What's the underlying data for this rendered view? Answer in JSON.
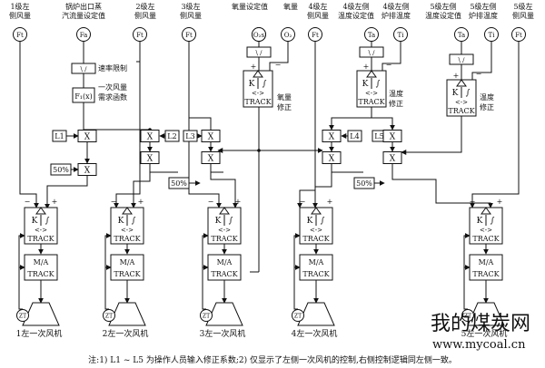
{
  "columns": [
    {
      "top": [
        "1级左",
        "侧风量"
      ],
      "tx": "Ft"
    },
    {
      "top": [
        "锅炉出口蒸",
        "汽流量设定值"
      ],
      "tx": "Fa"
    },
    {
      "top": [
        "2级左",
        "侧风量"
      ],
      "tx": "Ft"
    },
    {
      "top": [
        "3级左",
        "侧风量"
      ],
      "tx": "Ft"
    },
    {
      "top": [
        "氧量设定值"
      ],
      "tx": "O₂s"
    },
    {
      "top": [
        "氧量"
      ],
      "tx": "O₂"
    },
    {
      "top": [
        "4级左",
        "侧风量"
      ],
      "tx": "Ft"
    },
    {
      "top": [
        "4级左侧",
        "温度设定值"
      ],
      "tx": "Ta"
    },
    {
      "top": [
        "4级左侧",
        "炉排温度"
      ],
      "tx": "Ti"
    },
    {
      "top": [
        "5级左侧",
        "温度设定值"
      ],
      "tx": "Ta"
    },
    {
      "top": [
        "5级左侧",
        "炉排温度"
      ],
      "tx": "Ti"
    },
    {
      "top": [
        "5级左",
        "侧风量"
      ],
      "tx": "Ft"
    }
  ],
  "rate_limit_label": "速率限制",
  "func_label": [
    "一次风量",
    "需求函数"
  ],
  "func_text": "F₁(x)",
  "o2_label": [
    "氧量",
    "修正"
  ],
  "temp_label": [
    "温度",
    "修正"
  ],
  "multiply": "X",
  "coef": [
    "L1",
    "L2",
    "L3",
    "L4",
    "L5"
  ],
  "pct": "50%",
  "pid": {
    "k": "K",
    "i": "∫",
    "track": "TRACK",
    "arrow": "<‑>"
  },
  "ma": {
    "label": "M/A",
    "track": "TRACK"
  },
  "zt": "ZT",
  "fans": [
    "1左一次风机",
    "2左一次风机",
    "3左一次风机",
    "4左一次风机",
    "5左一次风机"
  ],
  "signs": {
    "plus": "+",
    "minus": "−"
  },
  "note": "注:1) L1 ~ L5 为操作人员输入修正系数;2) 仅显示了左侧一次风机的控制,右侧控制逻辑同左侧一致。",
  "watermark": {
    "cn": "我的煤炭网",
    "url": "www.mycoal.cn"
  }
}
